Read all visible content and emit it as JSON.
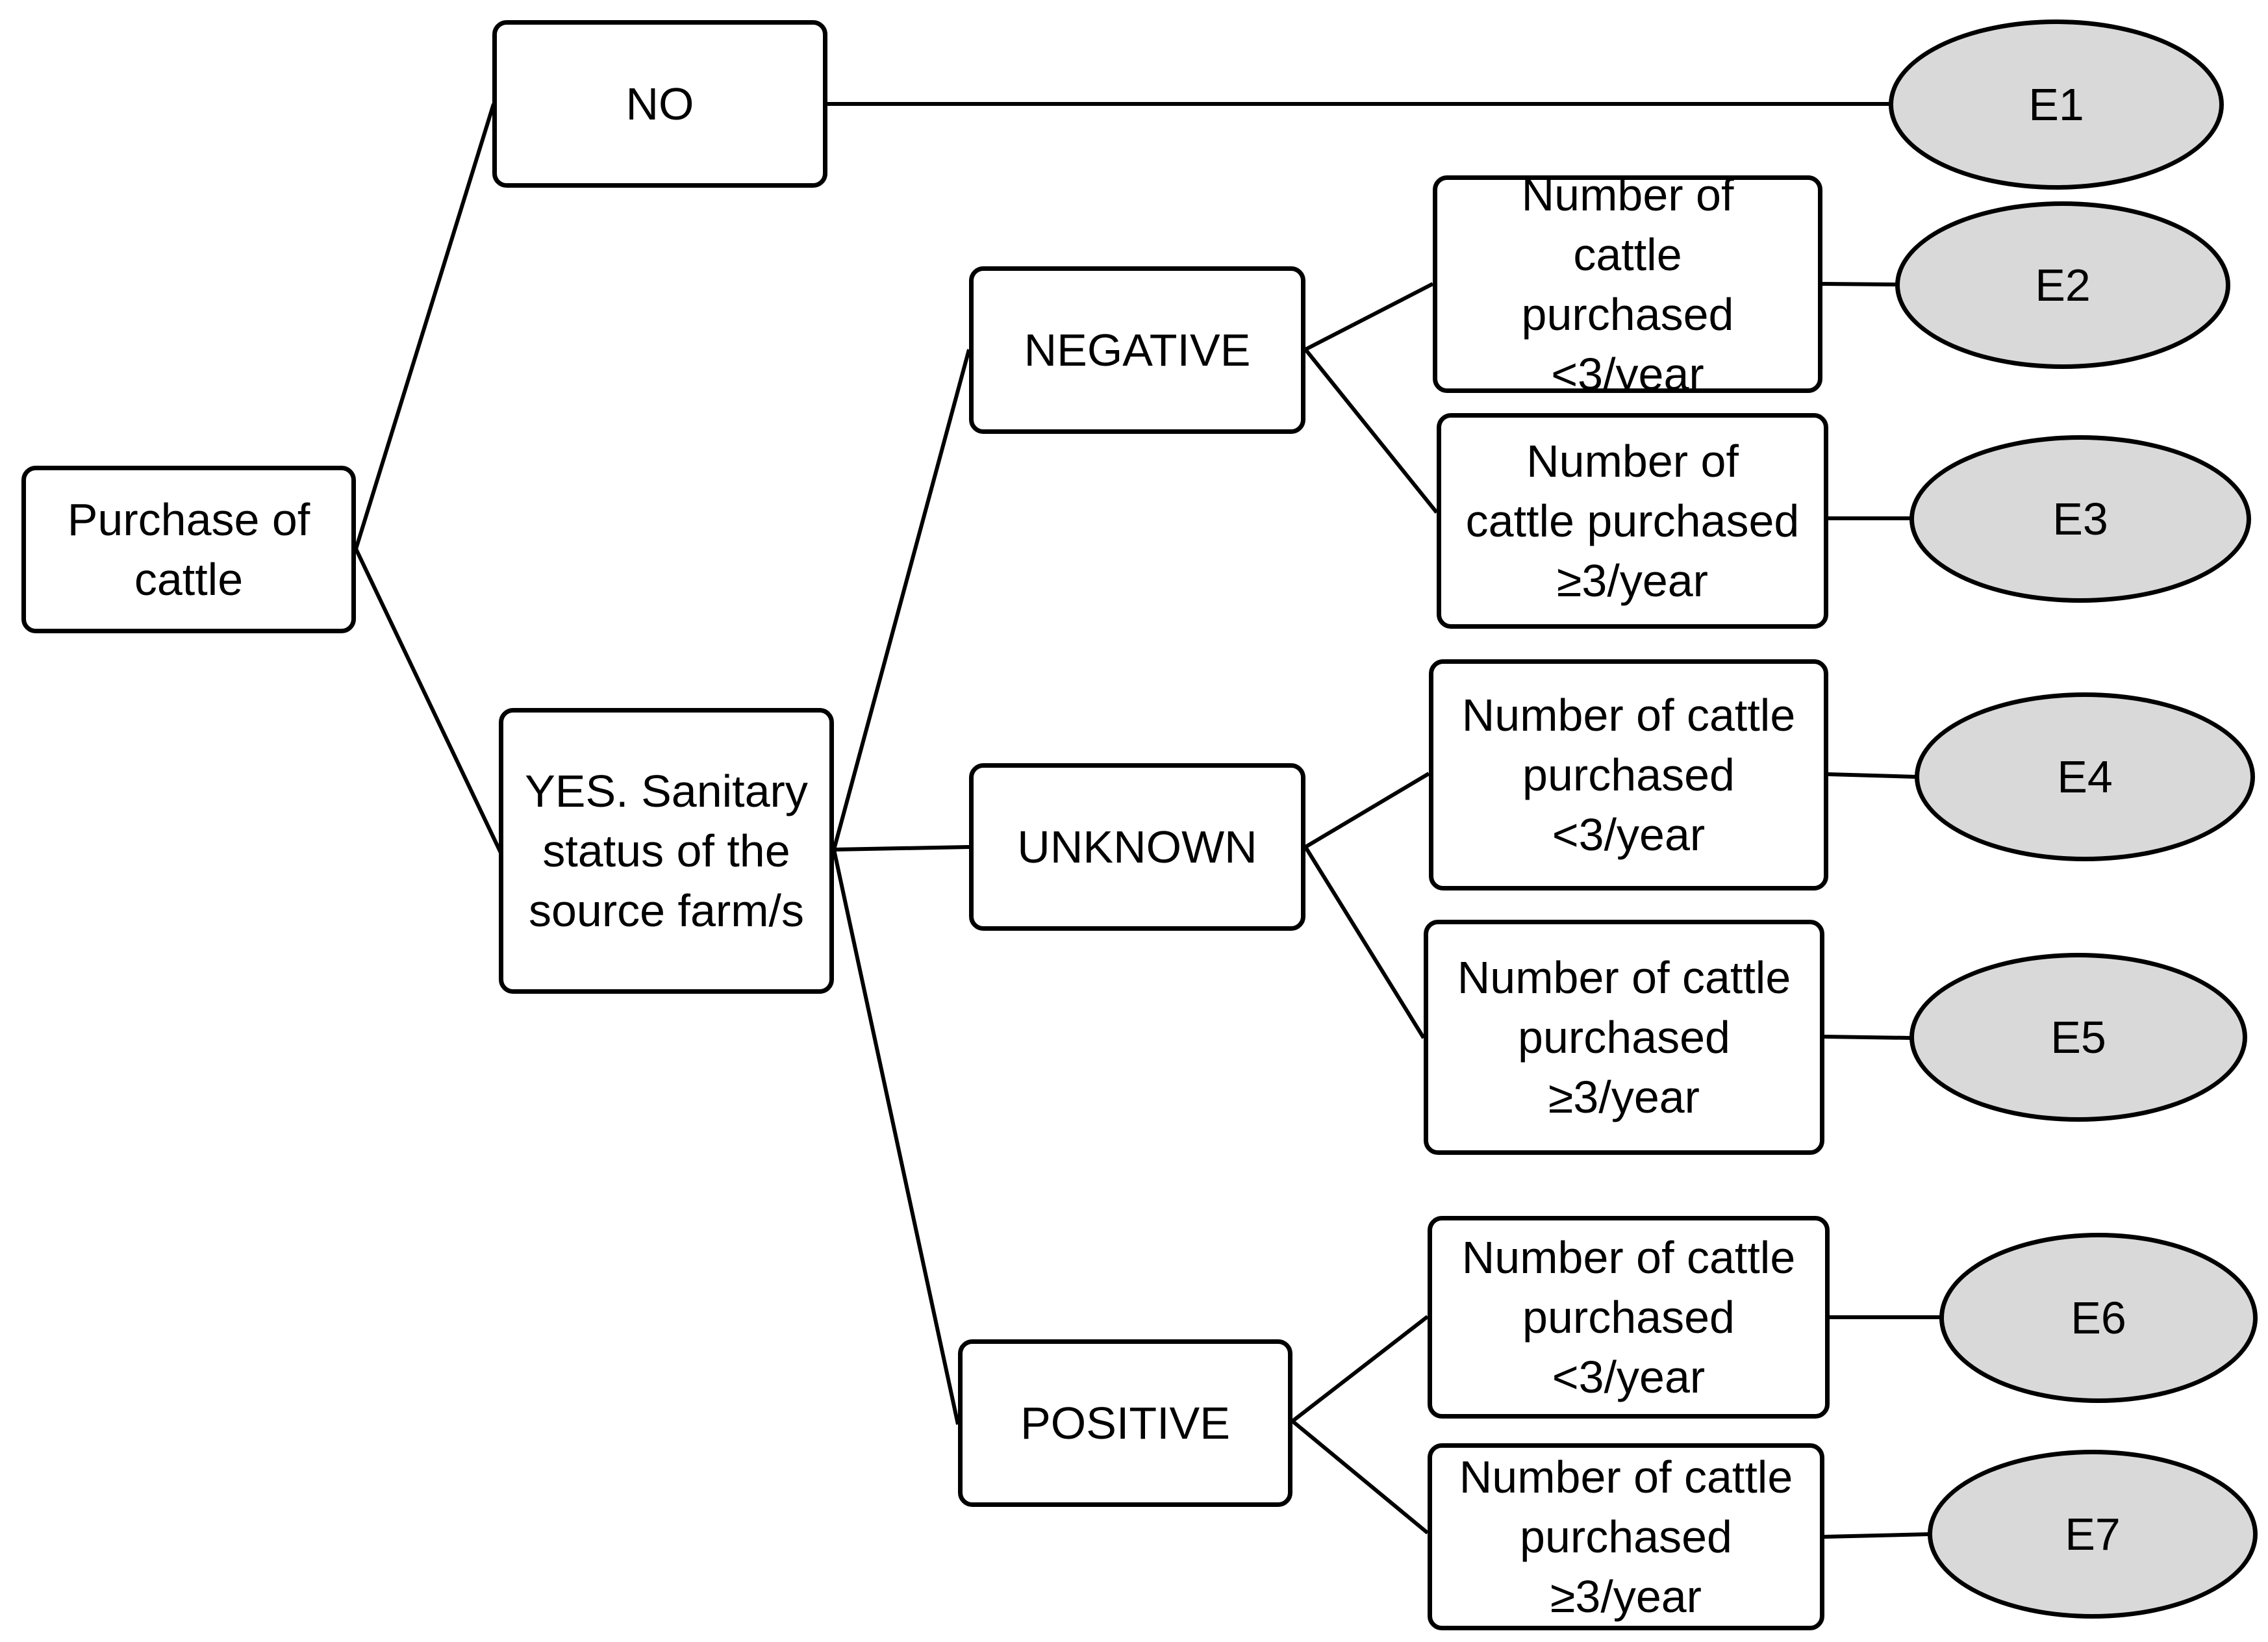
{
  "nodes": {
    "root": "Purchase of\ncattle",
    "no": "NO",
    "yes": "YES. Sanitary\nstatus of the\nsource farm/s",
    "negative": "NEGATIVE",
    "unknown": "UNKNOWN",
    "positive": "POSITIVE",
    "neg_lt3": "Number of\ncattle\npurchased\n<3/year",
    "neg_ge3": "Number of\ncattle purchased\n≥3/year",
    "unk_lt3": "Number of cattle\npurchased\n<3/year",
    "unk_ge3": "Number of cattle\npurchased\n≥3/year",
    "pos_lt3": "Number of cattle\npurchased\n<3/year",
    "pos_ge3": "Number of cattle\npurchased\n≥3/year"
  },
  "outcomes": {
    "e1": "E1",
    "e2": "E2",
    "e3": "E3",
    "e4": "E4",
    "e5": "E5",
    "e6": "E6",
    "e7": "E7"
  }
}
